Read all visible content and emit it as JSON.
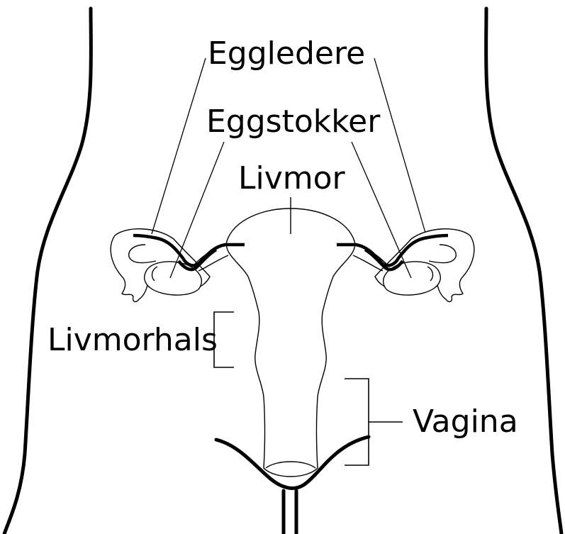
{
  "labels": {
    "fallopian_tubes": "Eggledere",
    "ovaries": "Eggstokker",
    "uterus": "Livmor",
    "cervix": "Livmorhals",
    "vagina": "Vagina"
  }
}
